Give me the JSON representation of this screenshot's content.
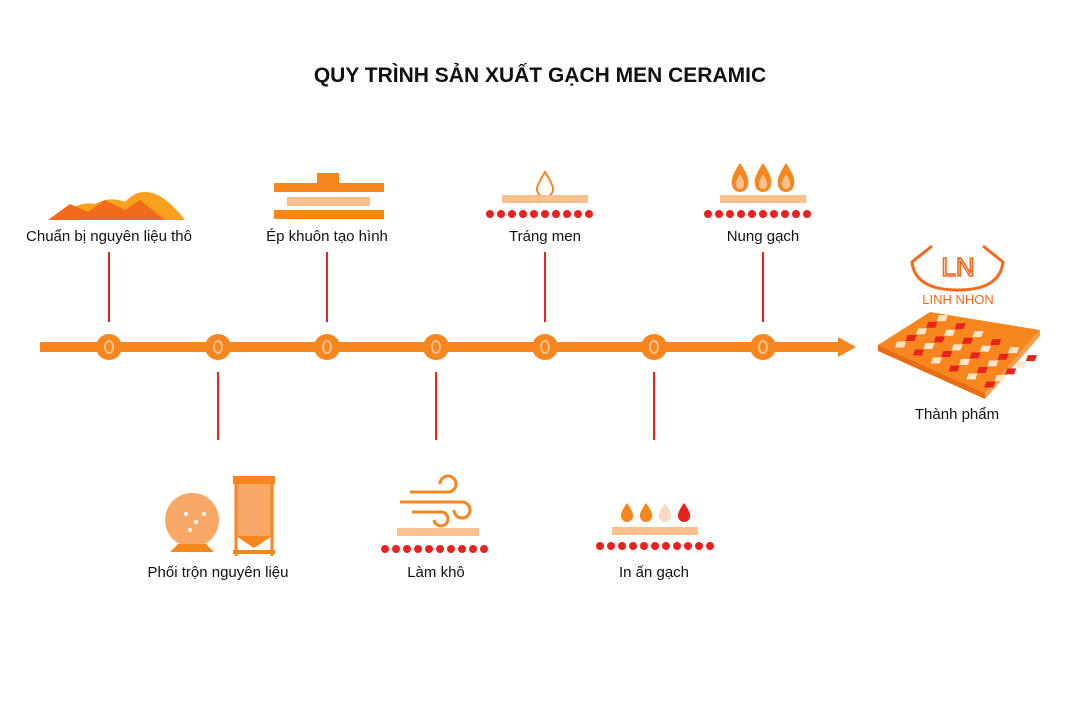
{
  "title": "QUY TRÌNH SẢN XUẤT GẠCH MEN CERAMIC",
  "colors": {
    "orange": "#f7861e",
    "dark_orange": "#f26a1b",
    "red": "#e8231d",
    "light": "#fbc08f"
  },
  "steps": [
    {
      "label": "Chuẩn bị nguyên liệu thô",
      "position": "top",
      "icon": "mountains-icon"
    },
    {
      "label": "Phối trộn nguyên liệu",
      "position": "bottom",
      "icon": "ball-mill-icon"
    },
    {
      "label": "Ép khuôn tạo hình",
      "position": "top",
      "icon": "press-icon"
    },
    {
      "label": "Làm khô",
      "position": "bottom",
      "icon": "wind-dryer-icon"
    },
    {
      "label": "Tráng men",
      "position": "top",
      "icon": "glaze-drop-icon"
    },
    {
      "label": "In ấn gạch",
      "position": "bottom",
      "icon": "ink-drops-icon"
    },
    {
      "label": "Nung gạch",
      "position": "top",
      "icon": "flames-icon"
    }
  ],
  "logo": {
    "initials": "LN",
    "name": "LINH NHON"
  },
  "result": {
    "label": "Thành phẩm"
  }
}
